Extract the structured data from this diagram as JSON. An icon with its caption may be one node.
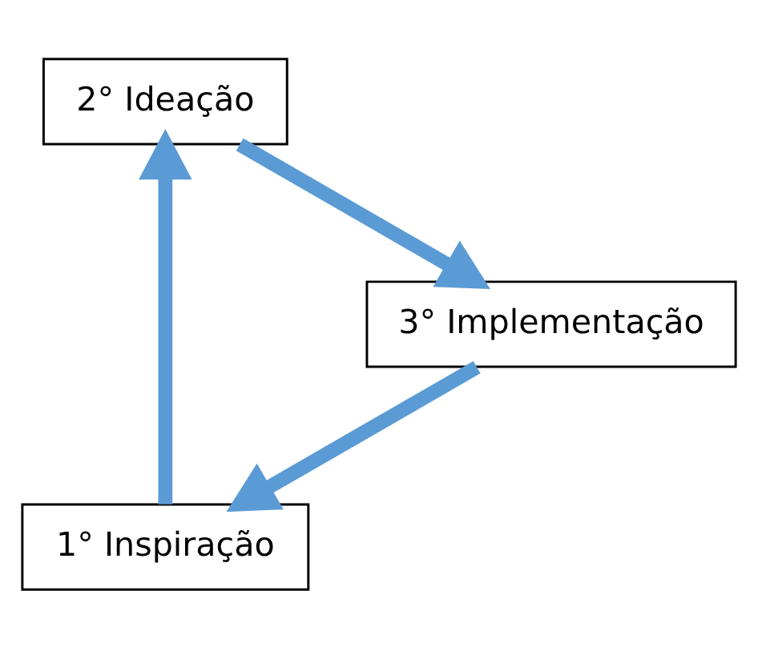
{
  "diagram": {
    "nodes": [
      {
        "text": [
          "1° Inspiração"
        ]
      },
      {
        "text": [
          "2° Ideação"
        ]
      },
      {
        "text": [
          "3° Implementação"
        ]
      }
    ],
    "edges": [
      {
        "from": 0,
        "to": 1,
        "arrow": "to"
      },
      {
        "from": 1,
        "to": 2,
        "arrow": "to"
      },
      {
        "from": 2,
        "to": 0,
        "arrow": "to"
      }
    ]
  }
}
